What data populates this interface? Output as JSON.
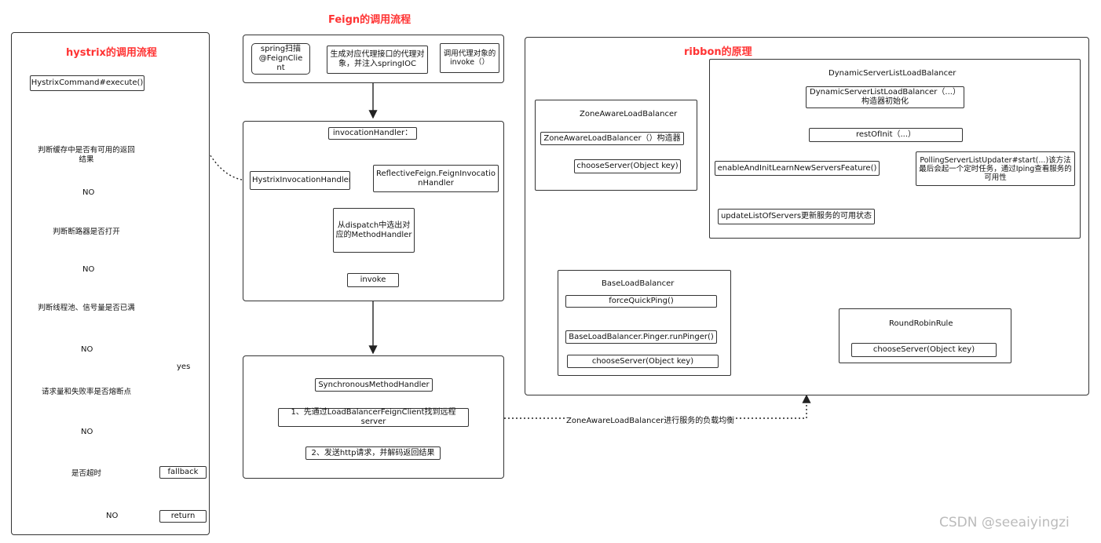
{
  "feign": {
    "title": "Feign的调用流程",
    "spring_scan": "spring扫描@FeignClient",
    "generate_proxy": "生成对应代理接口的代理对象，并注入springIOC",
    "call_proxy": "调用代理对象的invoke（）",
    "invocation_handler": "invocationHandler：",
    "hystrix_invocation_handler": "HystrixInvocationHandler",
    "reflective_handler": "ReflectiveFeign.FeignInvocationHandler",
    "dispatch": "从dispatch中选出对应的MethodHandler",
    "invoke": "invoke",
    "sync_handler": "SynchronousMethodHandler",
    "step1": "1、先通过LoadBalancerFeignClient找到远程server",
    "step2": "2、发送http请求，并解码返回结果",
    "lb_note": "ZoneAwareLoadBalancer进行服务的负载均衡"
  },
  "hystrix": {
    "title": "hystrix的调用流程",
    "execute": "HystrixCommand#execute()",
    "d1": "判断缓存中是否有可用的返回结果",
    "d2": "判断断路器是否打开",
    "d3": "判断线程池、信号量是否已满",
    "d4": "请求量和失败率是否熔断点",
    "d5": "是否超时",
    "no": "NO",
    "yes": "yes",
    "fallback": "fallback",
    "return": "return"
  },
  "ribbon": {
    "title": "ribbon的原理",
    "dynamic_title": "DynamicServerListLoadBalancer",
    "dynamic_ctor": "DynamicServerListLoadBalancer（...）构造器初始化",
    "rest_of_init": "restOfInit（...）",
    "enable_feature": "enableAndInitLearnNewServersFeature()",
    "polling": "PollingServerListUpdater#start(...)该方法最后会起一个定时任务，通过Iping查看服务的可用性",
    "update_list": "updateListOfServers更新服务的可用状态",
    "zone_title": "ZoneAwareLoadBalancer",
    "zone_ctor": "ZoneAwareLoadBalancer（）构造器",
    "zone_choose": "chooseServer(Object key)",
    "base_title": "BaseLoadBalancer",
    "force_ping": "forceQuickPing()",
    "run_pinger": "BaseLoadBalancer.Pinger.runPinger()",
    "base_choose": "chooseServer(Object key)",
    "rr_title": "RoundRobinRule",
    "rr_choose": "chooseServer(Object key)"
  },
  "watermark": "CSDN @seeaiyingzi"
}
